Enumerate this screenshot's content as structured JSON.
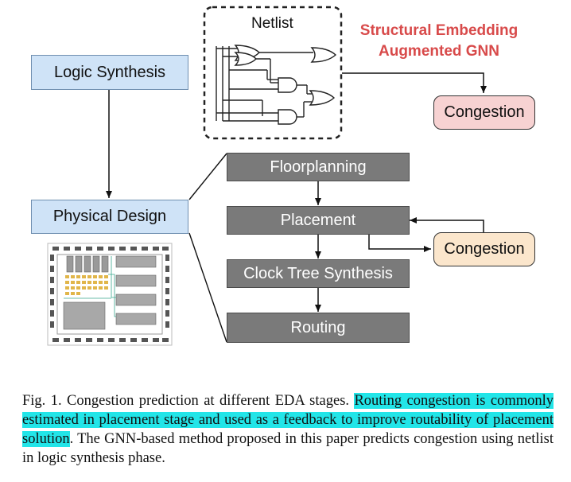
{
  "diagram": {
    "logic_synthesis": "Logic Synthesis",
    "physical_design": "Physical Design",
    "netlist_title": "Netlist",
    "gnn_title_line1": "Structural Embedding",
    "gnn_title_line2": "Augmented GNN",
    "congestion_top": "Congestion",
    "floorplanning": "Floorplanning",
    "placement": "Placement",
    "congestion_feedback": "Congestion",
    "clock_tree_synthesis": "Clock Tree Synthesis",
    "routing": "Routing"
  },
  "caption": {
    "prefix": "Fig. 1.  Congestion prediction at different EDA stages. ",
    "highlight": "Routing congestion is commonly estimated in placement stage and used as a feedback to improve routability of placement solution",
    "suffix": ". The GNN-based method proposed in this paper predicts congestion using netlist in logic synthesis phase."
  },
  "colors": {
    "accent_red": "#d84a4a",
    "highlight_cyan": "#22e5e8",
    "stage_blue": "#cfe3f7",
    "flow_gray": "#7a7a7a",
    "congestion_pink": "#f7d2d2",
    "congestion_peach": "#fbe6cc"
  }
}
